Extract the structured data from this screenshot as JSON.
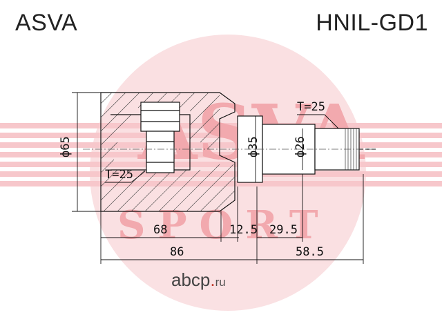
{
  "header": {
    "brand": "ASVA",
    "part_number": "HNIL-GD1"
  },
  "watermark": {
    "text_top": "ASVA",
    "text_bottom": "SPORT",
    "color": "#e8323c"
  },
  "footer": {
    "site_name": "abcp",
    "site_dot": ".",
    "site_tld": "ru"
  },
  "dimensions": {
    "outer_diameter": "ф65",
    "shaft_diameter": "ф35",
    "spline_diameter": "ф26",
    "inner_teeth": "T=25",
    "outer_teeth": "T=25",
    "len_body": "68",
    "len_collar": "12.5",
    "len_neck": "29.5",
    "len_total_left": "86",
    "len_total_right": "58.5"
  }
}
